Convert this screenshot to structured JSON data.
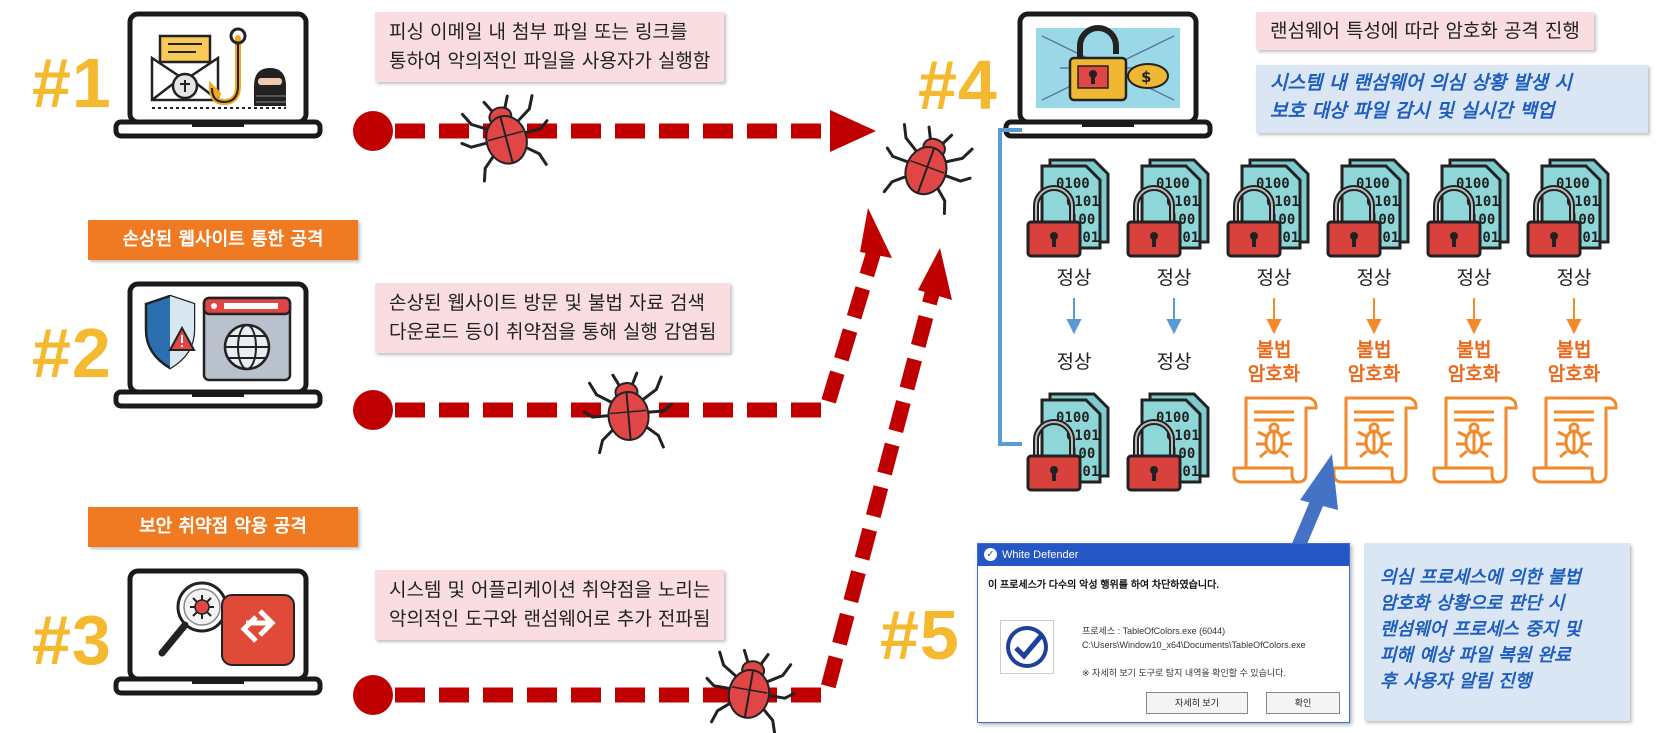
{
  "steps": {
    "s1": {
      "number": "#1",
      "desc_lines": [
        "피싱 이메일 내 첨부 파일 또는 링크를",
        "통하여 악의적인 파일을 사용자가 실행함"
      ]
    },
    "s2": {
      "number": "#2",
      "tag": "손상된 웹사이트 통한 공격",
      "desc_lines": [
        "손상된 웹사이트 방문 및 불법 자료 검색",
        "다운로드 등이 취약점을 통해 실행 감염됨"
      ]
    },
    "s3": {
      "number": "#3",
      "tag": "보안 취약점 악용 공격",
      "desc_lines": [
        "시스템 및 어플리케이션 취약점을 노리는",
        "악의적인 도구와 랜섬웨어로 추가 전파됨"
      ]
    },
    "s4": {
      "number": "#4",
      "header": "랜섬웨어 특성에 따라 암호화 공격 진행",
      "note_lines": [
        "시스템 내 랜섬웨어 의심 상황 발생 시",
        "보호 대상 파일 감시 및 실시간 백업"
      ]
    },
    "s5": {
      "number": "#5",
      "note_lines": [
        "의심 프로세스에 의한 불법",
        "암호화 상황으로 판단 시",
        "랜섬웨어 프로세스 중지 및",
        "피해 예상 파일 복원 완료",
        "후 사용자 알림 진행"
      ]
    }
  },
  "files": {
    "top_labels": [
      "정상",
      "정상",
      "정상",
      "정상",
      "정상",
      "정상"
    ],
    "bottom_labels": [
      "정상",
      "정상",
      "불법\n암호화",
      "불법\n암호화",
      "불법\n암호화",
      "불법\n암호화"
    ],
    "bottom_state": [
      "normal",
      "normal",
      "encrypted",
      "encrypted",
      "encrypted",
      "encrypted"
    ]
  },
  "dialog": {
    "title": "White Defender",
    "heading": "이 프로세스가 다수의 악성 행위를 하여 차단하였습니다.",
    "process_line": "프로세스 : TableOfColors.exe (6044)",
    "path_line": "C:\\Users\\Window10_x64\\Documents\\TableOfColors.exe",
    "hint_line": "※ 자세히 보기 도구로 탐지 내역을 확인할 수 있습니다.",
    "details_button": "자세히 보기",
    "ok_button": "확인"
  },
  "icons": {
    "laptop1": "phishing-email-laptop-icon",
    "laptop2": "compromised-website-laptop-icon",
    "laptop3": "vulnerability-scan-laptop-icon",
    "laptop4": "ransomware-lock-laptop-icon",
    "bug": "malware-bug-icon",
    "file": "locked-binary-file-icon",
    "encrypted": "encrypted-scroll-bug-icon",
    "shield": "checkmark-shield-icon"
  },
  "colors": {
    "number": "#f5b92f",
    "arrow": "#c00000",
    "tag": "#f07a22",
    "note_text": "#1f5fbd",
    "file_teal": "#7ecbcf",
    "lock_red": "#d9413c",
    "encrypted_orange": "#f08a2a"
  }
}
